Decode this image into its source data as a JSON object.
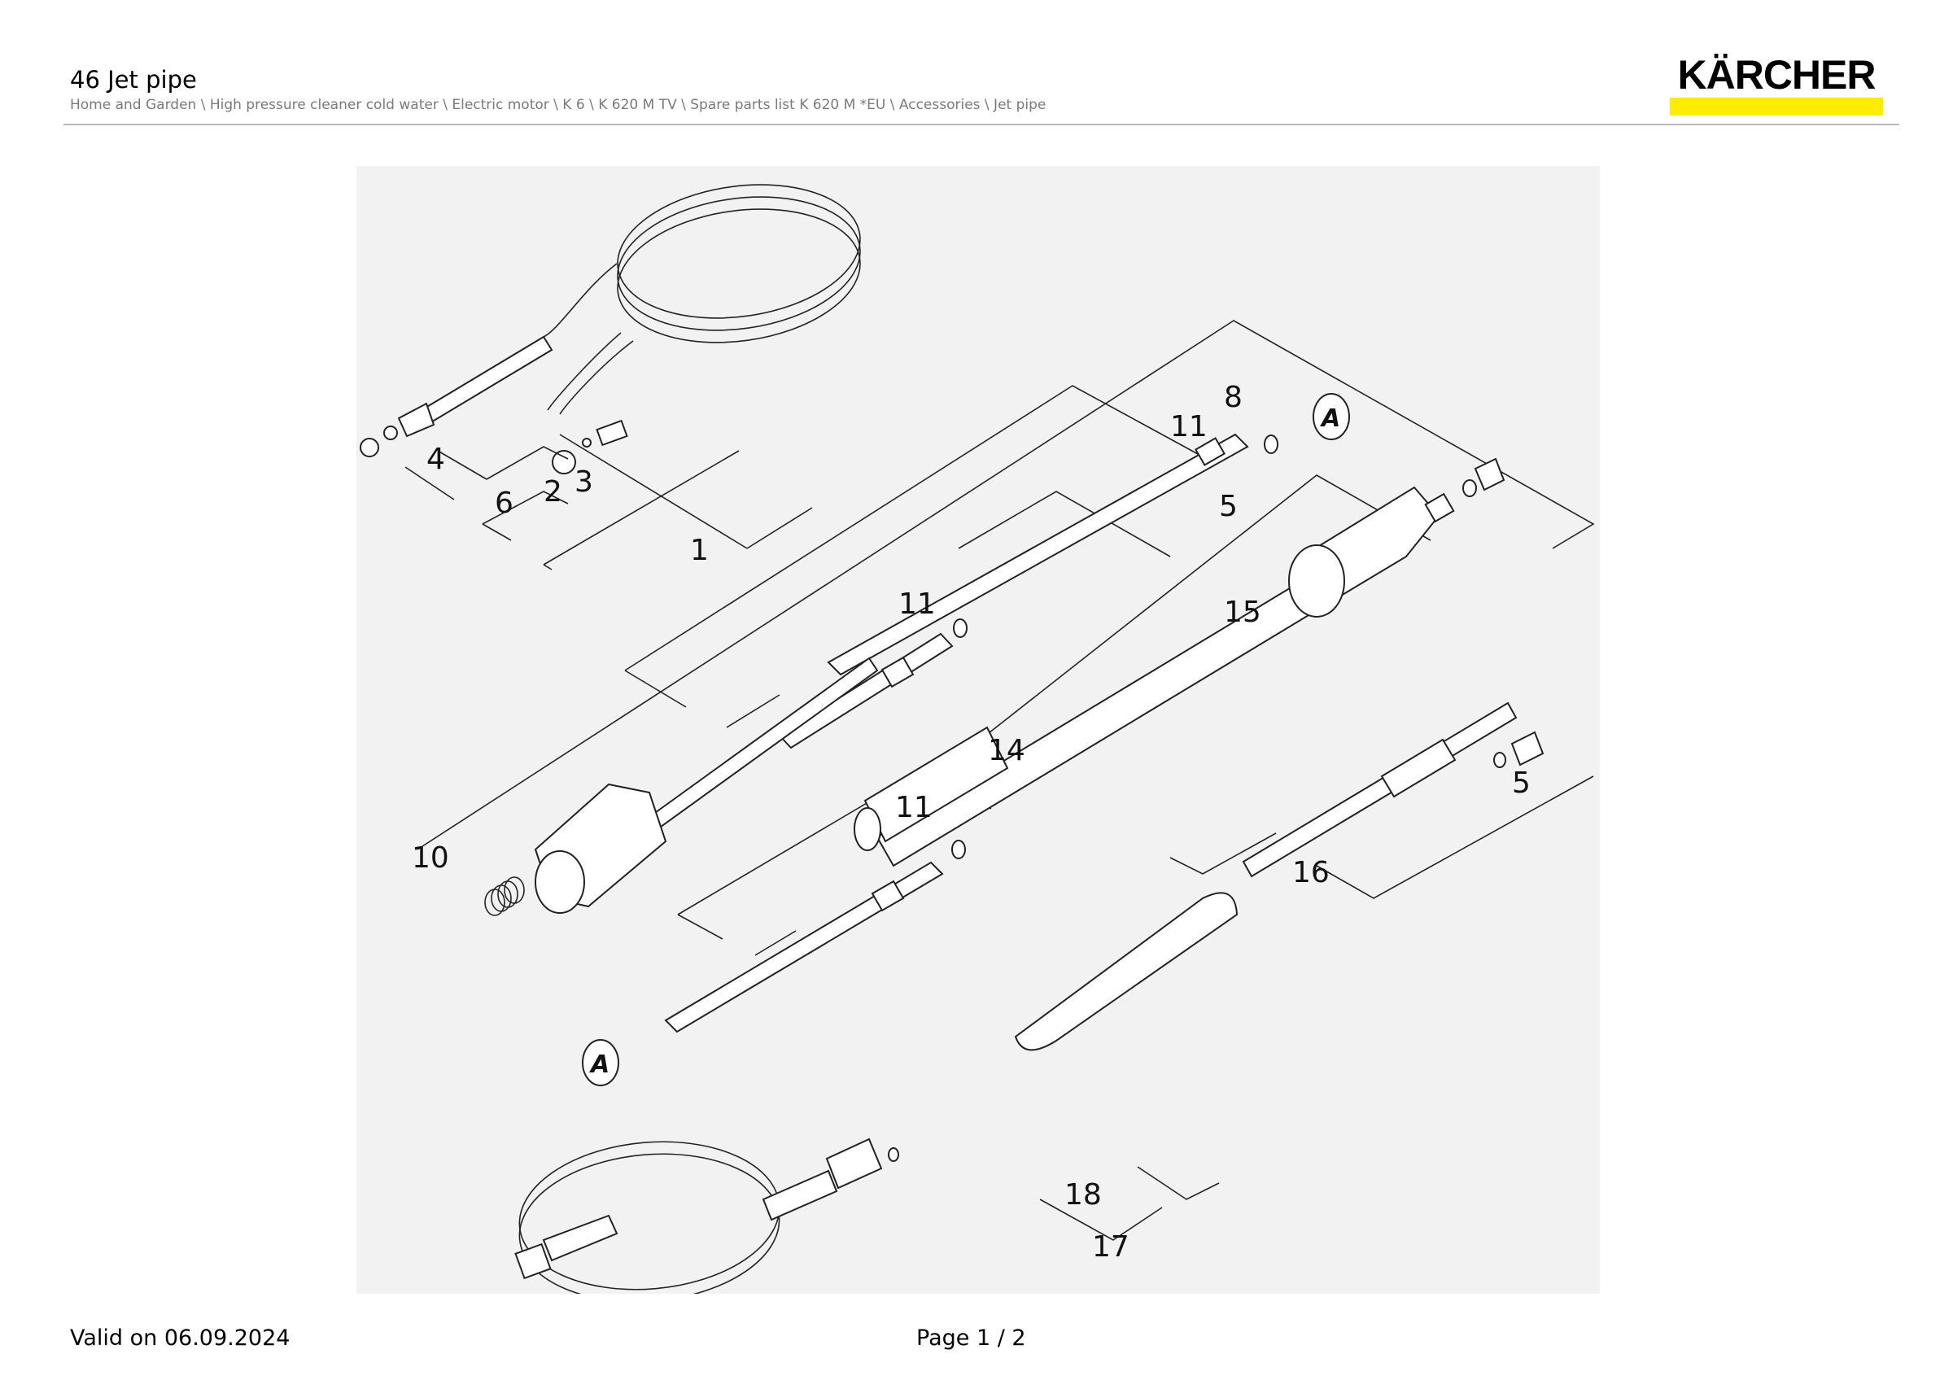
{
  "header": {
    "title": "46 Jet pipe",
    "breadcrumb": "Home and Garden \\ High pressure cleaner cold water \\ Electric motor \\ K 6 \\ K 620 M TV \\ Spare parts list K 620 M *EU \\ Accessories \\ Jet pipe"
  },
  "brand": {
    "name": "KÄRCHER",
    "accent_color": "#ffed00"
  },
  "drawing": {
    "callouts": {
      "c1": "1",
      "c2": "2",
      "c3": "3",
      "c4": "4",
      "c5a": "5",
      "c5b": "5",
      "c6": "6",
      "c8": "8",
      "c10": "10",
      "c11a": "11",
      "c11b": "11",
      "c11c": "11",
      "c14": "14",
      "c15": "15",
      "c16": "16",
      "c17": "17",
      "c18": "18"
    },
    "markers": {
      "a1": "A",
      "a2": "A"
    }
  },
  "footer": {
    "valid": "Valid on 06.09.2024",
    "page": "Page 1 / 2"
  }
}
